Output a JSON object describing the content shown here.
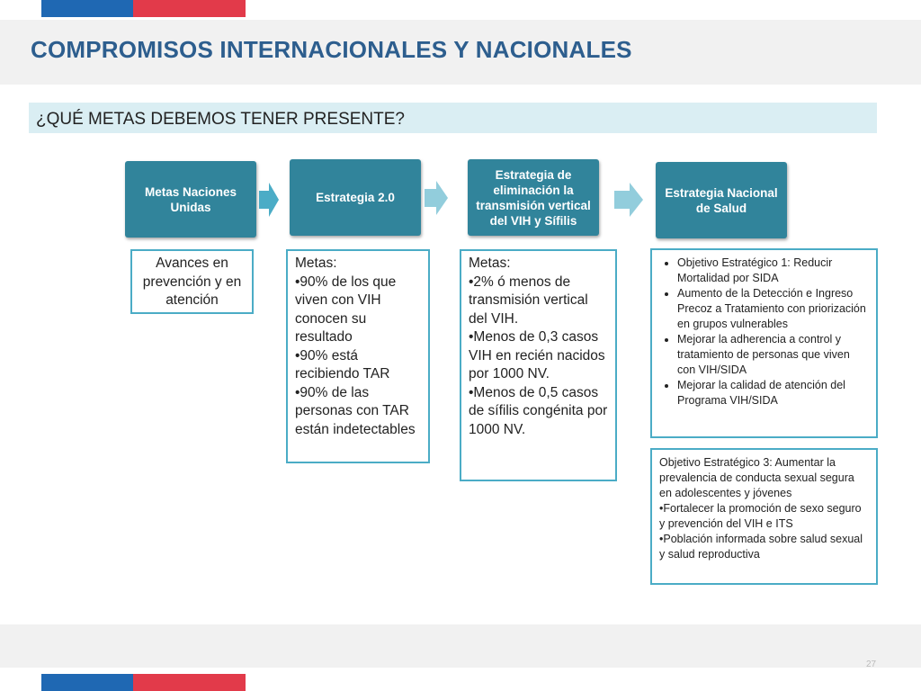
{
  "colors": {
    "flag_blue": "#1f68b3",
    "flag_red": "#e23a4a",
    "title": "#2d5e8e",
    "step_fill": "#31849b",
    "arrow": "#4bacc6",
    "arrow_light": "#92cddc",
    "panel_border": "#4bacc6",
    "subtitle_bg": "#daeef3"
  },
  "header": {
    "title": "COMPROMISOS INTERNACIONALES Y NACIONALES"
  },
  "subtitle": "¿QUÉ METAS DEBEMOS TENER PRESENTE?",
  "steps": [
    {
      "label": "Metas Naciones Unidas"
    },
    {
      "label": "Estrategia 2.0"
    },
    {
      "label": "Estrategia de eliminación la transmisión vertical del VIH y Sífilis"
    },
    {
      "label": "Estrategia Nacional de Salud"
    }
  ],
  "panels": {
    "p1": {
      "text": "Avances en prevención y  en atención"
    },
    "p2": {
      "heading": "Metas:",
      "items": [
        "•90% de los que viven con VIH conocen su resultado",
        "•90% está recibiendo TAR",
        "•90% de las personas con TAR están indetectables"
      ]
    },
    "p3": {
      "heading": "Metas:",
      "items": [
        "•2% ó menos de transmisión vertical del VIH.",
        "•Menos de 0,3 casos VIH en recién nacidos por 1000 NV.",
        "•Menos de 0,5 casos de sífilis congénita por 1000 NV."
      ]
    },
    "p4": {
      "items": [
        "Objetivo Estratégico 1: Reducir Mortalidad por SIDA",
        "Aumento de la Detección e Ingreso Precoz a Tratamiento con priorización en grupos vulnerables",
        "Mejorar la adherencia a control y tratamiento de personas que viven con VIH/SIDA",
        "Mejorar la calidad de atención del Programa VIH/SIDA"
      ]
    },
    "p5": {
      "lines": [
        "Objetivo Estratégico  3: Aumentar la prevalencia de conducta sexual segura en adolescentes y jóvenes",
        "•Fortalecer la promoción de sexo seguro y prevención del VIH e ITS",
        "•Población informada sobre salud sexual y salud reproductiva"
      ]
    }
  },
  "footer": {
    "page_number": "27"
  }
}
